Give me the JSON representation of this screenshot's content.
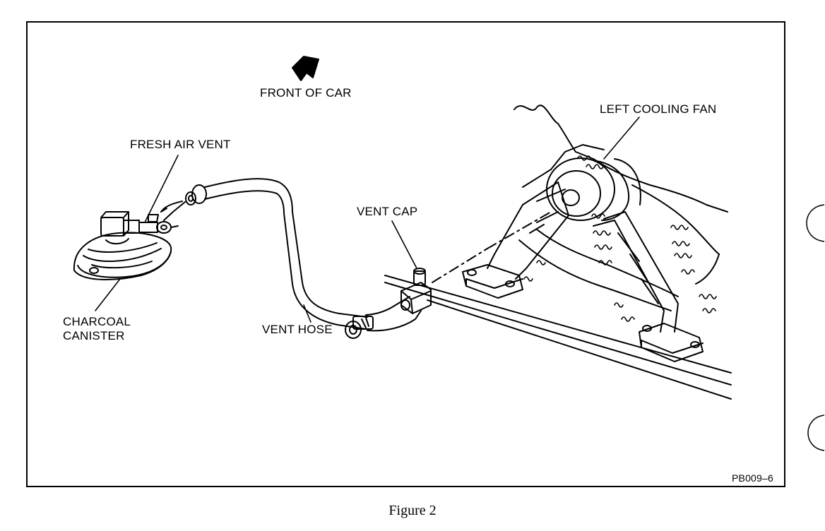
{
  "figure": {
    "caption": "Figure 2",
    "code": "PB009–6"
  },
  "labels": {
    "front_of_car": "FRONT OF CAR",
    "fresh_air_vent": "FRESH AIR VENT",
    "left_cooling_fan": "LEFT COOLING FAN",
    "vent_cap": "VENT CAP",
    "charcoal_canister_line1": "CHARCOAL",
    "charcoal_canister_line2": "CANISTER",
    "vent_hose": "VENT HOSE"
  }
}
